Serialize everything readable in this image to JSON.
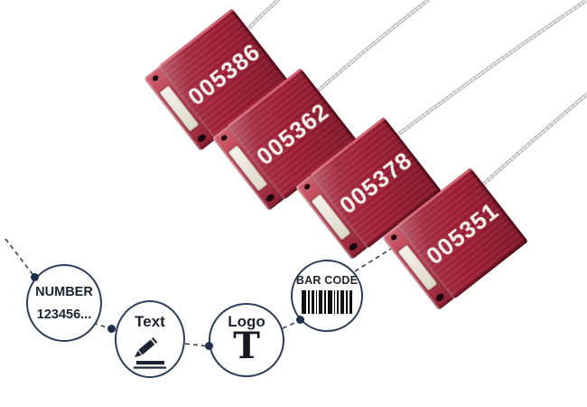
{
  "seals": {
    "body_color": "#a0213a",
    "number_color": "#f2efe9",
    "cable_color": "#c6c6c6",
    "items": [
      {
        "number": "005386"
      },
      {
        "number": "005362"
      },
      {
        "number": "005378"
      },
      {
        "number": "005351"
      }
    ]
  },
  "options": {
    "connector_color": "#33415c",
    "circle_border_color": "#2e3d57",
    "text_color": "#1d2430",
    "items": [
      {
        "id": "number",
        "lines": [
          "NUMBER",
          "123456..."
        ]
      },
      {
        "id": "text",
        "label": "Text",
        "icon": "pencil-icon"
      },
      {
        "id": "logo",
        "label": "Logo",
        "icon": "letter-t-icon",
        "glyph": "T"
      },
      {
        "id": "barcode",
        "label": "BAR CODE",
        "icon": "barcode-icon"
      }
    ]
  }
}
